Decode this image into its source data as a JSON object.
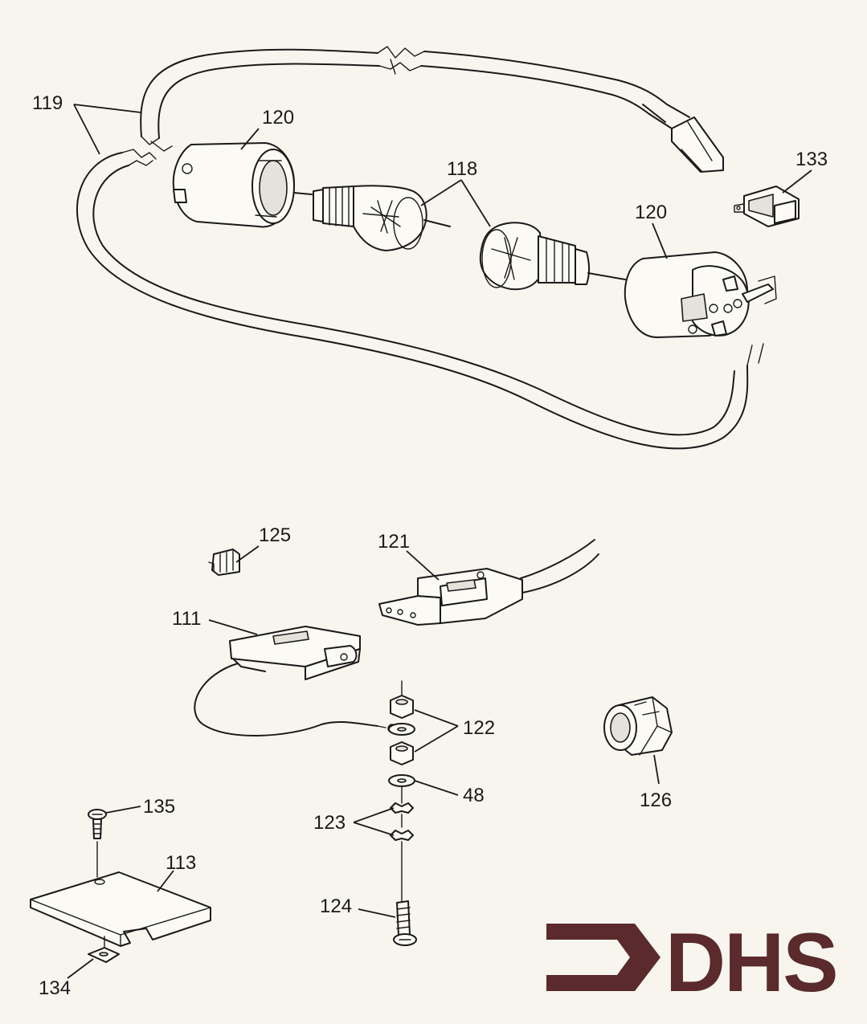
{
  "diagram": {
    "part_labels": {
      "p119": "119",
      "p120a": "120",
      "p118": "118",
      "p133": "133",
      "p120b": "120",
      "p125": "125",
      "p121": "121",
      "p111": "111",
      "p122": "122",
      "p48": "48",
      "p126": "126",
      "p135": "135",
      "p123": "123",
      "p113": "113",
      "p124": "124",
      "p134": "134"
    },
    "logo": {
      "text": "DHS",
      "color": "#5a2a2c"
    }
  }
}
